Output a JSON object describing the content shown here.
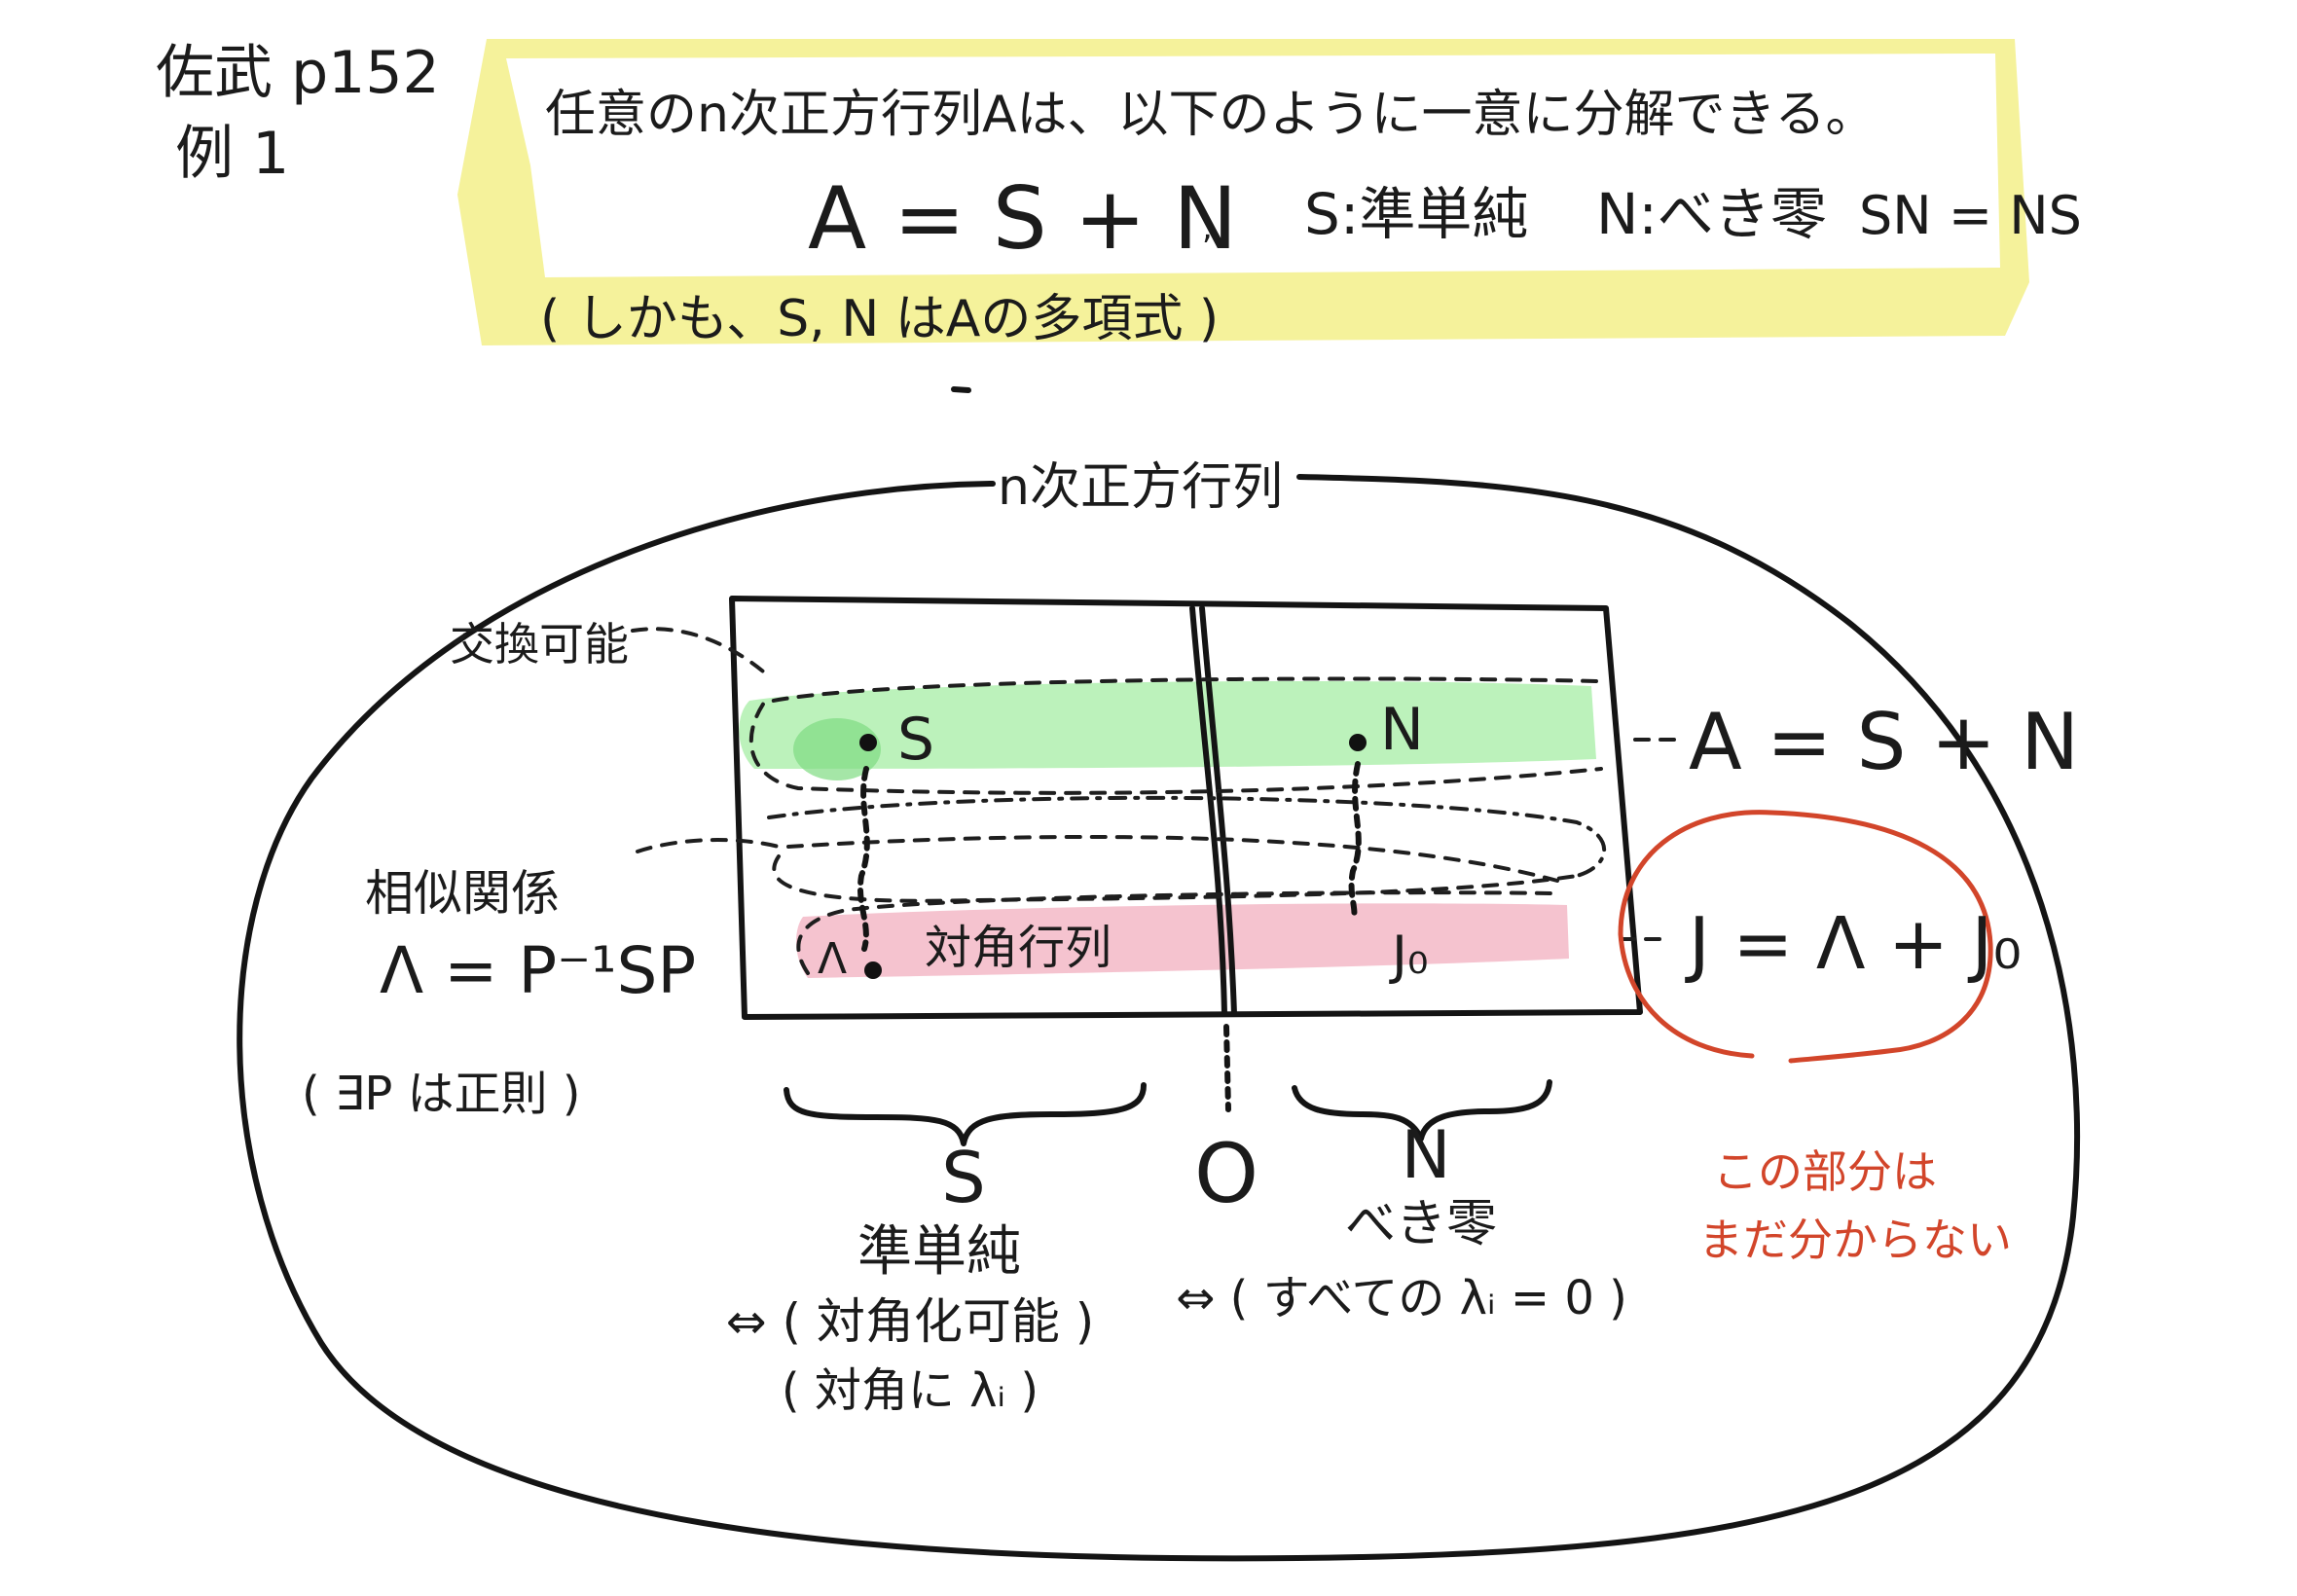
{
  "header": {
    "source": "佐武 p152",
    "example": "例 1"
  },
  "theorem": {
    "line1": "任意のn次正方行列Aは、以下のように一意に分解できる。",
    "equation": "A = S + N",
    "s_def": "S:準単純",
    "n_def": "N:べき零",
    "commute": "SN = NS",
    "note": "( しかも、S, N はAの多項式 )",
    "highlight_color": "#f3f08a"
  },
  "diagram": {
    "universe_label": "n次正方行列",
    "commutable_label": "交換可能",
    "similar_label": "相似関係",
    "similar_formula": "Λ = P⁻¹SP",
    "similar_note": "( ∃P は正則 )",
    "s_point": "S",
    "n_point": "N",
    "lambda_point": "Λ",
    "diag_label": "対角行列",
    "j0_point": "J₀",
    "row_sum_top": "A = S + N",
    "row_sum_bottom": "J = Λ + J₀",
    "zero_label": "O",
    "s_region": {
      "letter": "S",
      "name": "準単純",
      "equiv": "⇔ ( 対角化可能 )",
      "detail": "( 対角に λᵢ )"
    },
    "n_region": {
      "letter": "N",
      "name": "べき零",
      "equiv": "⇔ ( すべての λᵢ = 0 )"
    },
    "unknown_note_1": "この部分は",
    "unknown_note_2": "まだ分からない",
    "green_band_color": "#a6eda4",
    "pink_band_color": "#f3b9c7",
    "red_ink_color": "#d2452a"
  }
}
